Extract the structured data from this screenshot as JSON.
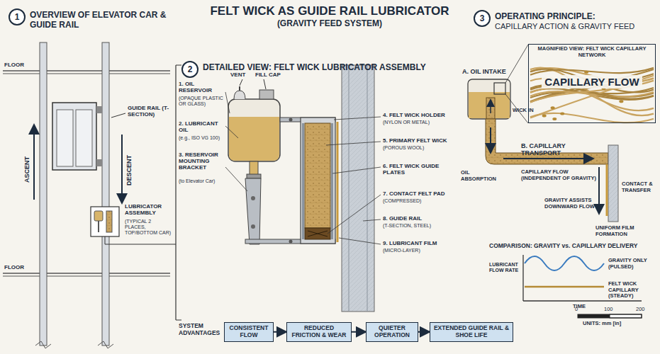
{
  "diagram": {
    "title": "FELT WICK AS GUIDE RAIL LUBRICATOR",
    "nodes": [
      {
        "text": [
          "1",
          "OVERVIEW OF ELEVATOR CAR & GUIDE RAIL"
        ]
      },
      {
        "text": [
          "2",
          "DETAILED VIEW: FELT WICK LUBRICATOR ASSEMBLY"
        ]
      },
      {
        "text": [
          "3",
          "OPERATING PRINCIPLE:",
          "CAPILLARY ACTION & GRAVITY FEED"
        ]
      },
      {
        "text": [
          "MAGNIFIED VIEW: FELT WICK CAPILLARY NETWORK",
          "CAPILLARY FLOW"
        ]
      },
      {
        "text": [
          "CONSISTENT FLOW"
        ]
      },
      {
        "text": [
          "REDUCED FRICTION & WEAR"
        ]
      },
      {
        "text": [
          "QUIETER OPERATION"
        ]
      },
      {
        "text": [
          "EXTENDED GUIDE RAIL & SHOE LIFE"
        ]
      }
    ],
    "edges": [
      {
        "from": 4,
        "to": 5,
        "arrow": "to"
      },
      {
        "from": 5,
        "to": 6,
        "arrow": "to"
      },
      {
        "from": 6,
        "to": 7,
        "arrow": "to"
      }
    ],
    "labels": [
      "(GRAVITY FEED SYSTEM)",
      "FLOOR",
      "FLOOR",
      "GUIDE RAIL (T-SECTION)",
      "ASCENT",
      "DESCENT",
      "LUBRICATOR ASSEMBLY",
      "(TYPICAL 2 PLACES, TOP/BOTTOM CAR)",
      "VENT",
      "FILL CAP",
      "1. OIL RESERVOIR",
      "(OPAQUE PLASTIC OR GLASS)",
      "2. LUBRICANT OIL",
      "(e.g., ISO VG 100)",
      "3. RESERVOIR MOUNTING BRACKET",
      "(to Elevator Car)",
      "4. FELT WICK HOLDER",
      "(NYLON OR METAL)",
      "5. PRIMARY FELT WICK",
      "(POROUS WOOL)",
      "6. FELT WICK GUIDE PLATES",
      "7. CONTACT FELT PAD",
      "(COMPRESSED)",
      "8. GUIDE RAIL",
      "(T-SECTION, STEEL)",
      "9. LUBRICANT FILM",
      "(MICRO-LAYER)",
      "A. OIL INTAKE",
      "WICK IN",
      "B. CAPILLARY TRANSPORT",
      "OIL ABSORPTION",
      "CAPILLARY FLOW (INDEPENDENT OF GRAVITY)",
      "GRAVITY ASSISTS DOWNWARD FLOW",
      "CONTACT & TRANSFER",
      "UNIFORM FILM FORMATION",
      "COMPARISON: GRAVITY vs. CAPILLARY DELIVERY",
      "LUBRICANT FLOW RATE",
      "TIME",
      "GRAVITY ONLY (PULSED)",
      "FELT WICK CAPILLARY (STEADY)",
      "SYSTEM ADVANTAGES",
      "0",
      "100",
      "200",
      "UNITS: mm [in]"
    ]
  }
}
